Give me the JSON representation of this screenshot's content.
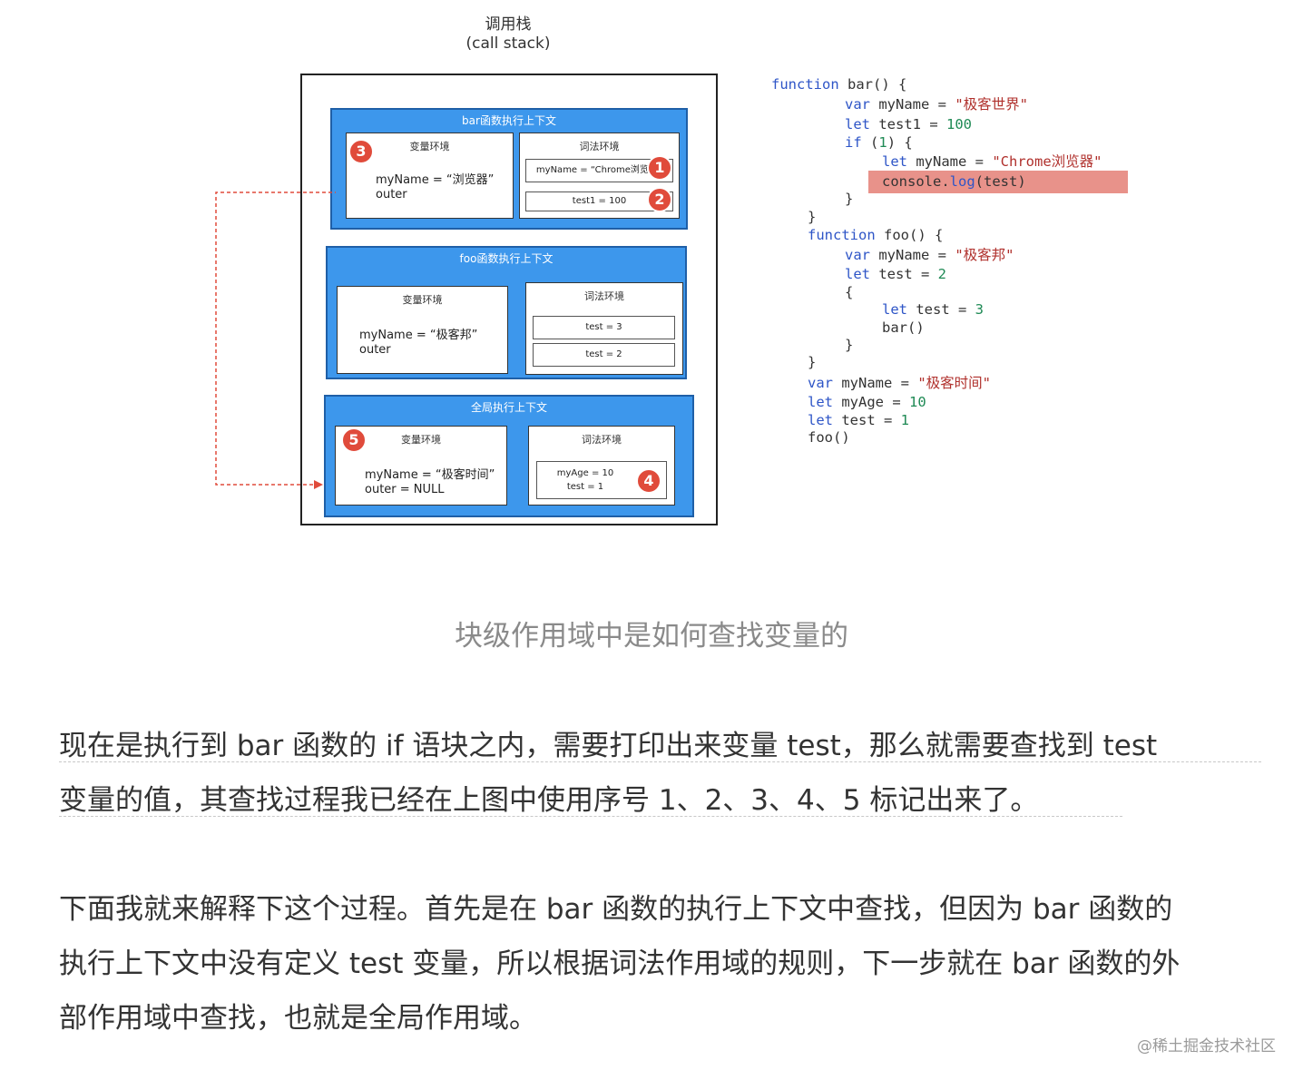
{
  "stack_title": {
    "line1": "调用栈",
    "line2": "(call stack)"
  },
  "contexts": {
    "bar": {
      "title": "bar函数执行上下文",
      "var_env_title": "变量环境",
      "var_lines": [
        "myName = “浏览器”",
        "outer"
      ],
      "lex_env_title": "词法环境",
      "lex_items": [
        "myName = “Chrome浏览器”",
        "test1 = 100"
      ]
    },
    "foo": {
      "title": "foo函数执行上下文",
      "var_env_title": "变量环境",
      "var_lines": [
        "myName = “极客邦”",
        "outer"
      ],
      "lex_env_title": "词法环境",
      "lex_items": [
        "test = 3",
        "test = 2"
      ]
    },
    "global": {
      "title": "全局执行上下文",
      "var_env_title": "变量环境",
      "var_lines": [
        "myName = “极客时间”",
        "outer = NULL"
      ],
      "lex_env_title": "词法环境",
      "lex_items": [
        "myAge = 10",
        "test = 1"
      ]
    }
  },
  "badges": [
    "1",
    "2",
    "3",
    "4",
    "5"
  ],
  "code": {
    "l1": [
      "function",
      " bar() {"
    ],
    "l2": [
      "var",
      " myName = ",
      "\"极客世界\""
    ],
    "l3": [
      "let",
      " test1 = ",
      "100"
    ],
    "l4": [
      "if",
      " (",
      "1",
      ") {"
    ],
    "l5": [
      "let",
      " myName = ",
      "\"Chrome浏览器\""
    ],
    "l6": [
      "console",
      ".",
      "log",
      "(test)"
    ],
    "l7": "}",
    "l8": "}",
    "l9": [
      "function",
      " foo() {"
    ],
    "l10": [
      "var",
      " myName = ",
      "\"极客邦\""
    ],
    "l11": [
      "let",
      " test = ",
      "2"
    ],
    "l12": "{",
    "l13": [
      "let",
      " test = ",
      "3"
    ],
    "l14": "bar()",
    "l15": "}",
    "l16": "}",
    "l17": [
      "var",
      " myName = ",
      "\"极客时间\""
    ],
    "l18": [
      "let",
      " myAge = ",
      "10"
    ],
    "l19": [
      "let",
      " test = ",
      "1"
    ],
    "l20": "foo()"
  },
  "caption": "块级作用域中是如何查找变量的",
  "paragraph1": [
    "现在是执行到 bar 函数的 if 语块之内，需要打印出来变量 test，那么就需要查找到 test",
    "变量的值，其查找过程我已经在上图中使用序号 1、2、3、4、5 标记出来了。"
  ],
  "paragraph2": [
    "下面我就来解释下这个过程。首先是在 bar 函数的执行上下文中查找，但因为 bar 函数的",
    "执行上下文中没有定义 test 变量，所以根据词法作用域的规则，下一步就在 bar 函数的外",
    "部作用域中查找，也就是全局作用域。"
  ],
  "watermark": "@稀土掘金技术社区",
  "colors": {
    "context_blue": "#3d97ec",
    "badge_red": "#e04b3b",
    "highlight": "#e8928a",
    "arrow": "#e04b3b"
  }
}
